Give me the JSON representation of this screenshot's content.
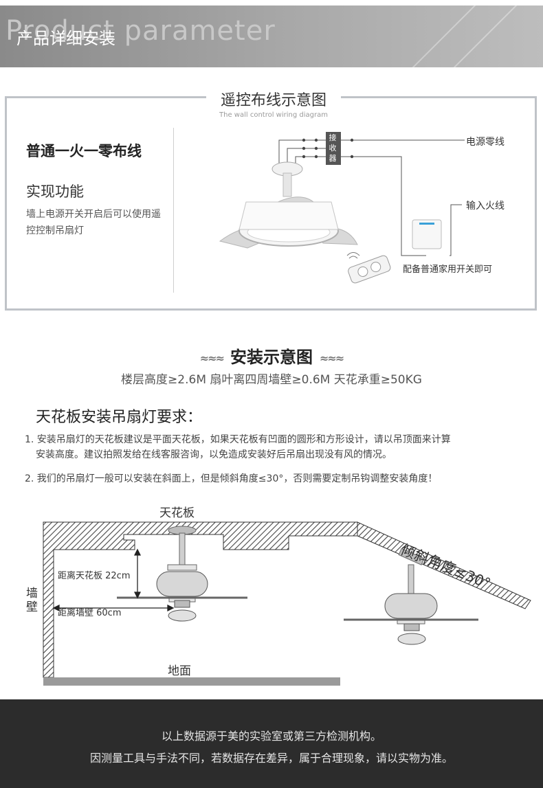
{
  "header": {
    "bg_text": "Product parameter",
    "title": "产品详细安装"
  },
  "wiring": {
    "title": "遥控布线示意图",
    "subtitle": "The wall control wiring diagram",
    "left_heading": "普通一火一零布线",
    "function_heading": "实现功能",
    "function_desc": "墙上电源开关开启后可以使用遥控控制吊扇灯",
    "receiver_label": [
      "接",
      "收",
      "器"
    ],
    "neutral_label": "电源零线",
    "live_label": "输入火线",
    "switch_caption": "配备普通家用开关即可"
  },
  "install": {
    "title": "安装示意图",
    "wave_glyph": "≈≈≈",
    "specs": "楼层高度≥2.6M   扇叶离四周墙壁≥0.6M   天花承重≥50KG",
    "req_title": "天花板安装吊扇灯要求：",
    "req1_line1": "1. 安装吊扇灯的天花板建议是平面天花板，如果天花板有凹面的圆形和方形设计，请以吊顶面来计算",
    "req1_line2": "安装高度。建议拍照发给在线客服咨询，以免造成安装好后吊扇出现没有风的情况。",
    "req2": "2. 我们的吊扇灯一般可以安装在斜面上，但是倾斜角度≤30°，否则需要定制吊钩调整安装角度！"
  },
  "diagram": {
    "ceiling_label": "天花板",
    "wall_label": "墙壁",
    "floor_label": "地面",
    "dist_ceiling": "距离天花板 22cm",
    "dist_wall": "距离墙壁 60cm",
    "slope_label": "倾斜角度≤30°"
  },
  "footer": {
    "line1": "以上数据源于美的实验室或第三方检测机构。",
    "line2": "因测量工具与手法不同，若数据存在差异，属于合理现象，请以实物为准。"
  },
  "colors": {
    "banner": "#9a9a9a",
    "footer": "#2c2c2c",
    "box_border": "#bfc3c8"
  }
}
